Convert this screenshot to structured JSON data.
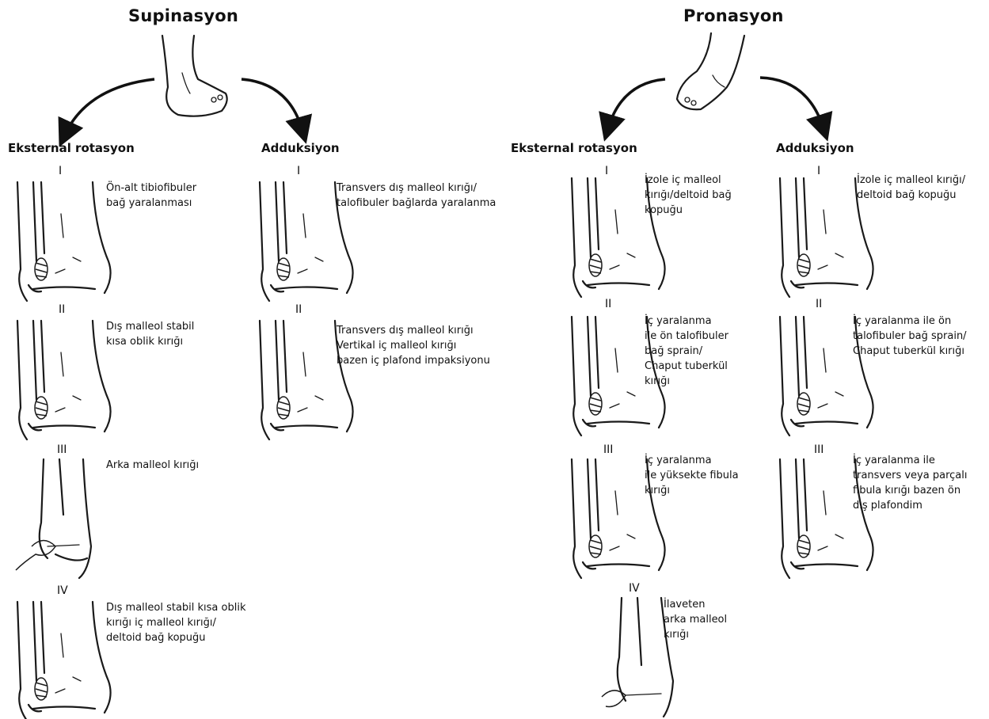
{
  "headings": {
    "supination": "Supinasyon",
    "pronation": "Pronasyon"
  },
  "subheadings": {
    "sup_external": "Eksternal rotasyon",
    "sup_adduction": "Adduksiyon",
    "pro_external": "Eksternal rotasyon",
    "pro_adduction": "Adduksiyon"
  },
  "stages": {
    "sup_er": [
      {
        "roman": "I",
        "text": "Ön-alt tibiofibuler\nbağ yaralanması"
      },
      {
        "roman": "II",
        "text": "Dış malleol stabil\nkısa oblik kırığı"
      },
      {
        "roman": "III",
        "text": "Arka malleol kırığı"
      },
      {
        "roman": "IV",
        "text": "Dış malleol stabil kısa oblik\nkırığı iç malleol kırığı/\ndeltoid bağ kopuğu"
      }
    ],
    "sup_add": [
      {
        "roman": "I",
        "text": "Transvers dış malleol kırığı/\ntalofibuler bağlarda yaralanma"
      },
      {
        "roman": "II",
        "text": "Transvers dış malleol kırığı\nVertikal iç malleol kırığı\nbazen iç plafond impaksiyonu"
      }
    ],
    "pro_er": [
      {
        "roman": "I",
        "text": "İzole iç malleol\nkırığı/deltoid bağ\nkopuğu"
      },
      {
        "roman": "II",
        "text": "İç yaralanma\nile ön talofibuler\nbağ sprain/\nChaput tuberkül\nkırığı"
      },
      {
        "roman": "III",
        "text": "İç yaralanma\nile yüksekte fibula\nkırığı"
      },
      {
        "roman": "IV",
        "text": "İlaveten\narka malleol\nkırığı"
      }
    ],
    "pro_add": [
      {
        "roman": "I",
        "text": "İzole iç malleol kırığı/\ndeltoid bağ kopuğu"
      },
      {
        "roman": "II",
        "text": "İç yaralanma ile ön\ntalofibuler bağ sprain/\nChaput tuberkül kırığı"
      },
      {
        "roman": "III",
        "text": "İç yaralanma ile\ntransvers veya parçalı\nfibula kırığı bazen ön\ndış plafondim"
      }
    ]
  }
}
